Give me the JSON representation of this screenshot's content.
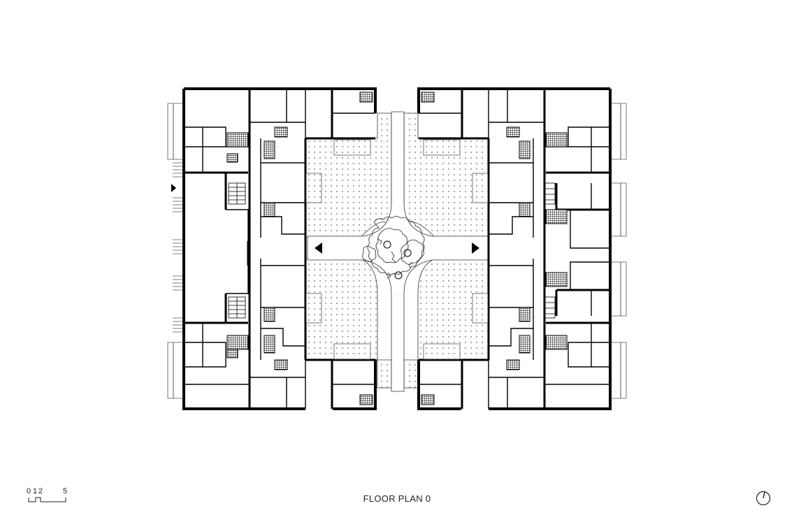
{
  "drawing": {
    "title": "FLOOR PLAN 0",
    "type": "architectural floor plan",
    "layout": "two mirrored L-shaped residential blocks enclosing a central courtyard with a tree and two entrance paths",
    "scale_bar": {
      "labels": [
        "0",
        "1",
        "2",
        "5"
      ],
      "unit_hint": "meters"
    },
    "north_arrow": {
      "icon": "north-arrow-icon",
      "direction_deg": 10
    },
    "courtyard": {
      "fill_pattern": "dotted",
      "feature": "tree-canopy",
      "tree_trunks": 3,
      "entrance_arrows": [
        "west",
        "east"
      ]
    },
    "entrance_markers": [
      "left-facade-arrow"
    ],
    "colors": {
      "background": "#ffffff",
      "wall": "#000000",
      "thin_line": "#333333",
      "balcony_line": "#aaaaaa",
      "hatch": "#000000"
    }
  }
}
